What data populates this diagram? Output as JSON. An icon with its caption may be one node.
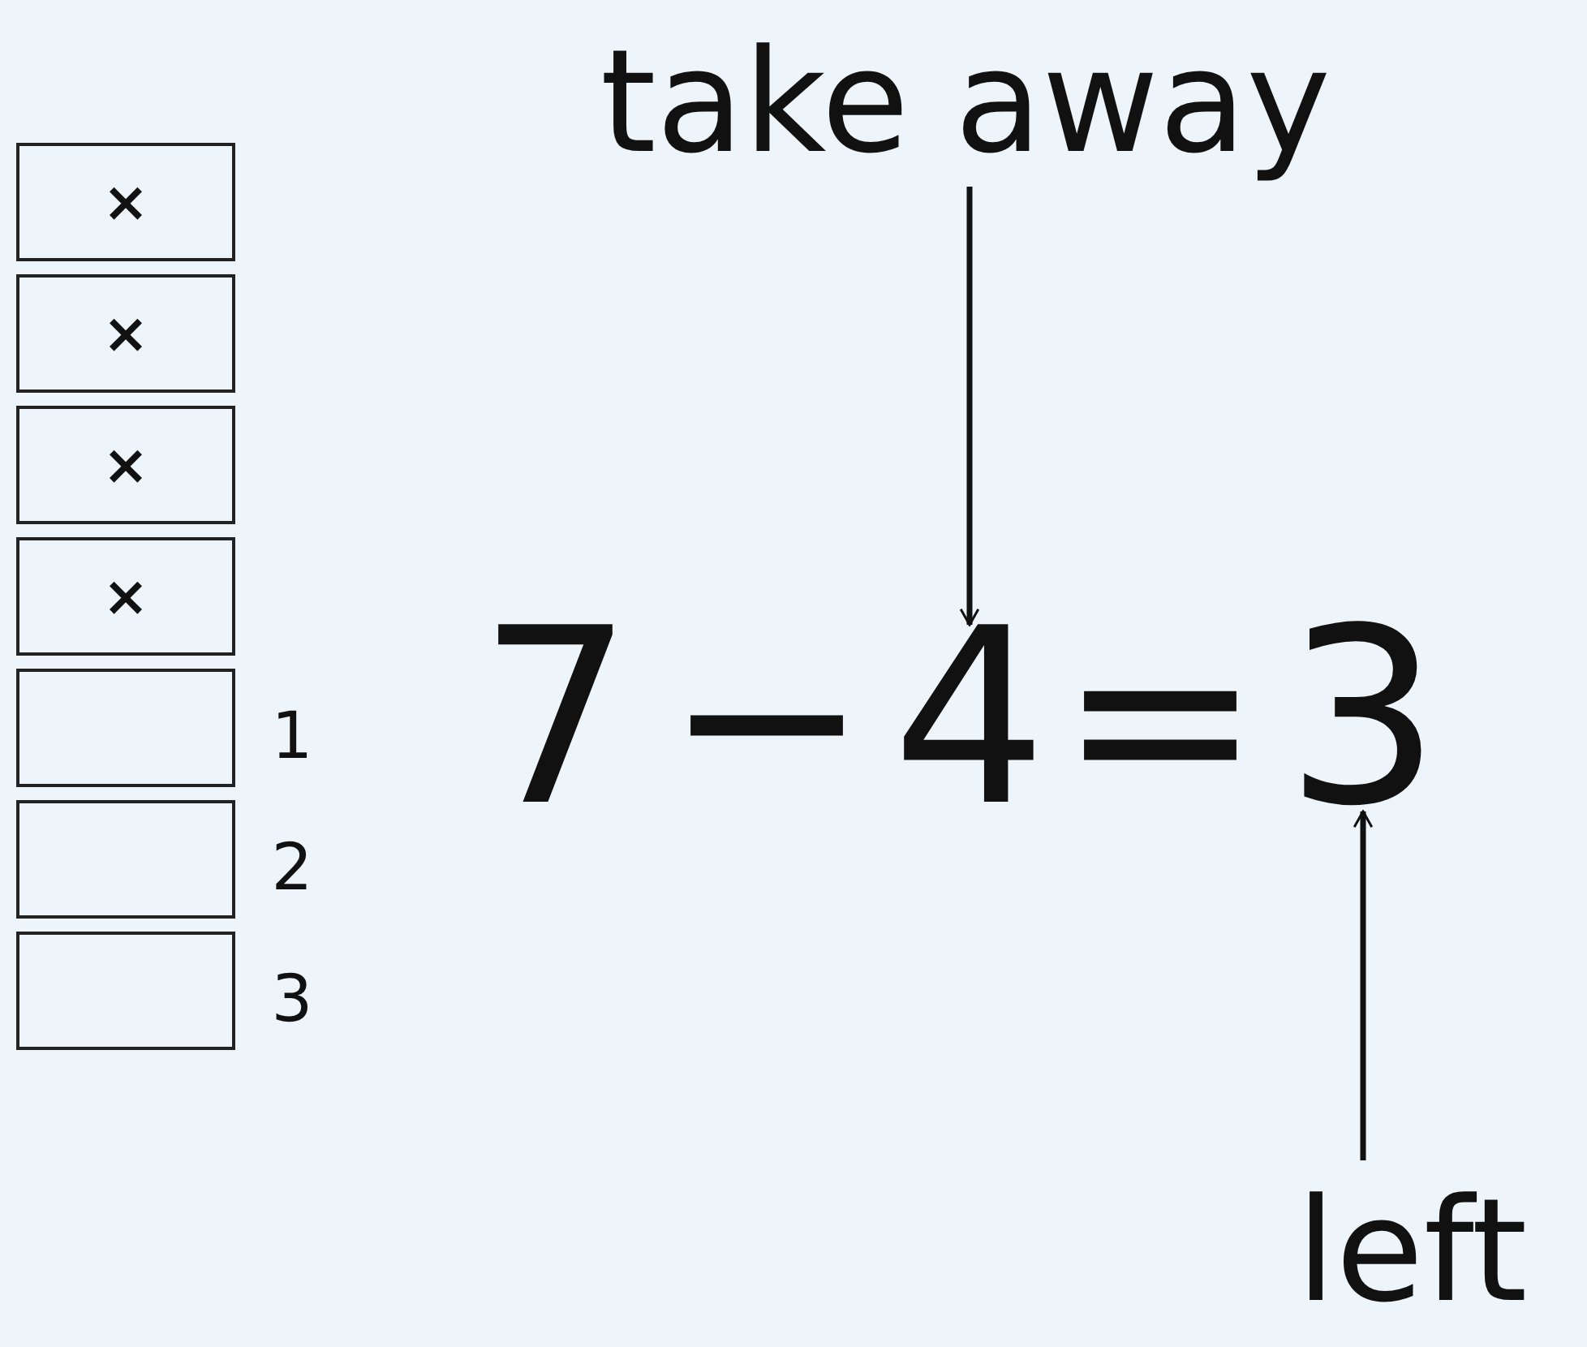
{
  "diagram": {
    "nodes": [
      {
        "text": [
          "take away"
        ]
      },
      {
        "text": [
          "×"
        ]
      },
      {
        "text": [
          "×"
        ]
      },
      {
        "text": [
          "×"
        ]
      },
      {
        "text": [
          "×"
        ]
      },
      {
        "text": [],
        "shape": "box",
        "beside": [
          "1"
        ]
      },
      {
        "text": [],
        "shape": "box",
        "beside": [
          "2"
        ]
      },
      {
        "text": [],
        "shape": "box",
        "beside": [
          "3"
        ]
      },
      {
        "text": [
          "4"
        ]
      },
      {
        "text": [
          "3"
        ]
      },
      {
        "text": [
          "left"
        ]
      }
    ],
    "edges": [
      {
        "from": 0,
        "to": 8,
        "arrow": "to"
      },
      {
        "from": 10,
        "to": 9,
        "arrow": "to"
      }
    ],
    "labels": [
      "7",
      "−",
      "="
    ]
  }
}
